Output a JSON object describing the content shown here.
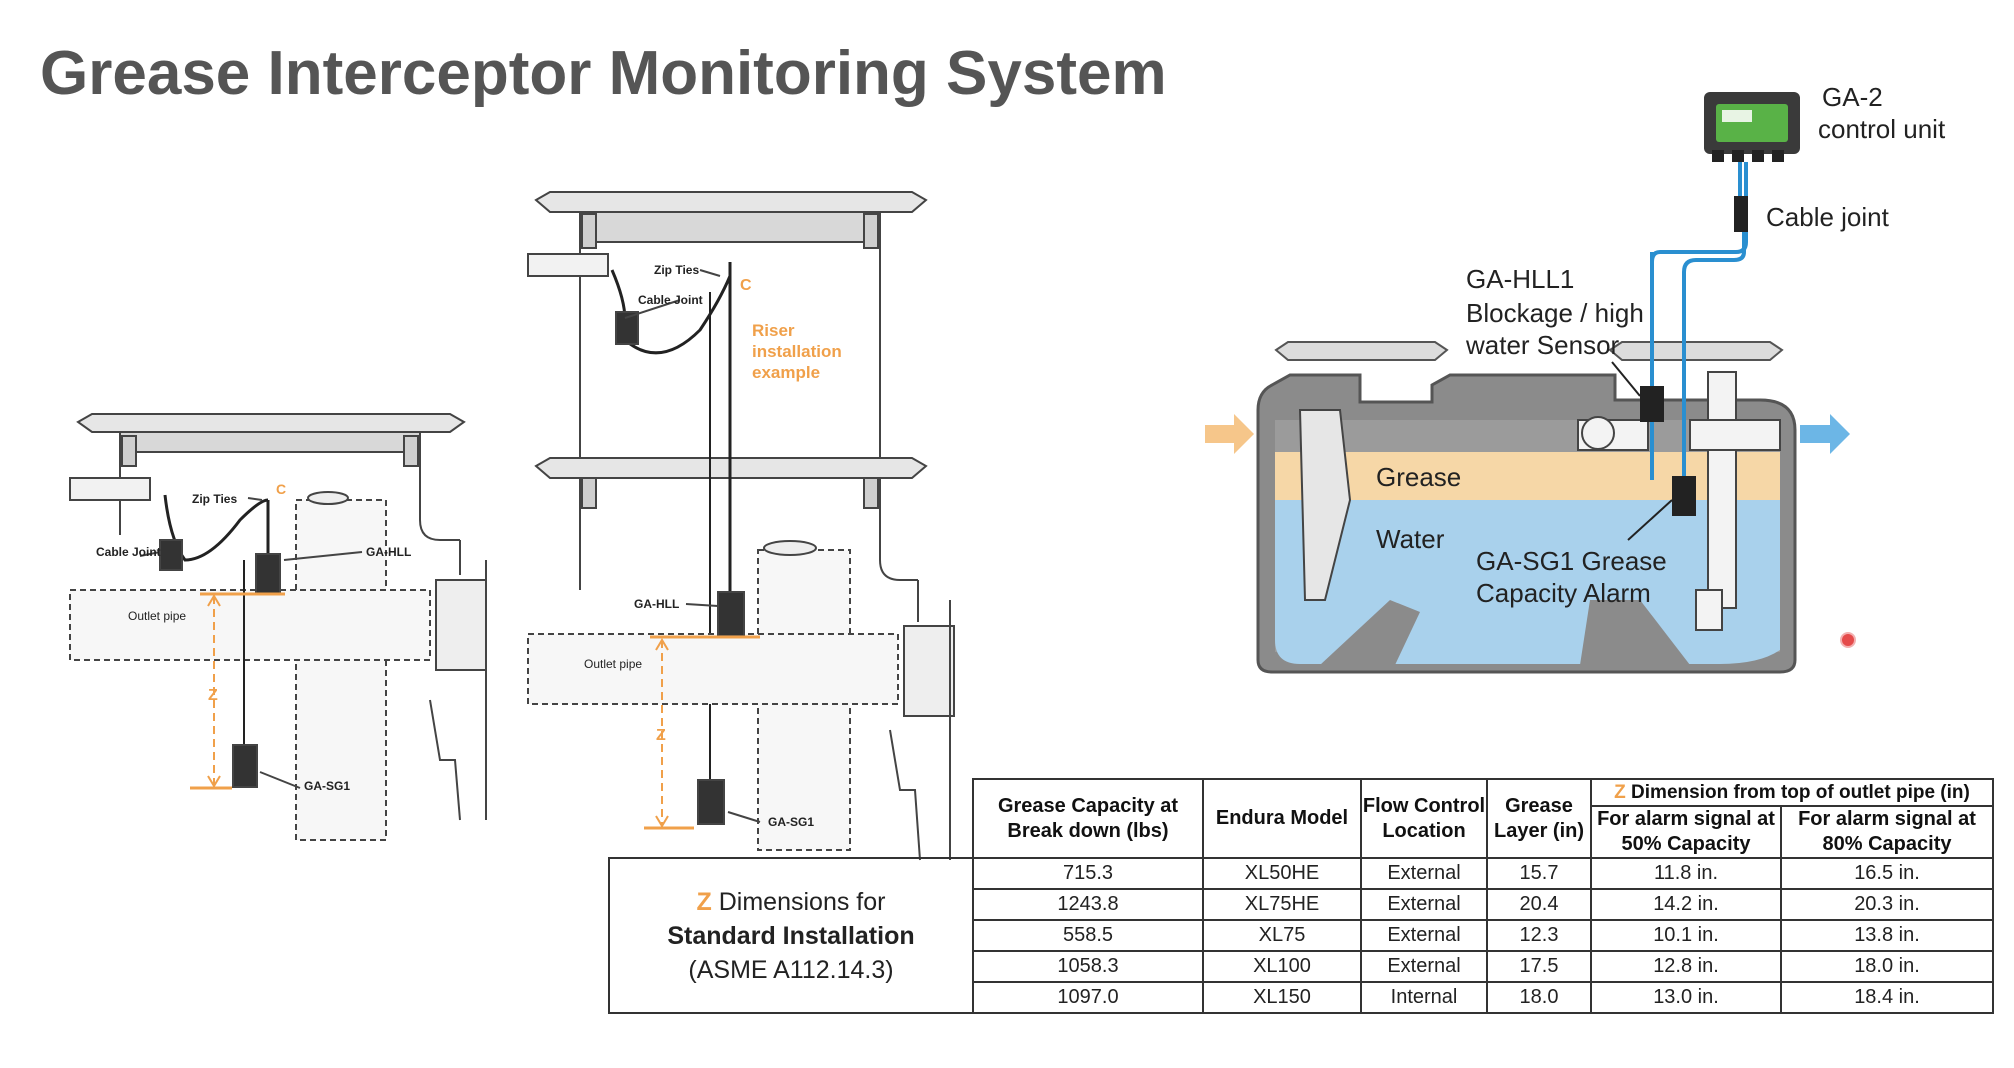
{
  "title": "Grease Interceptor Monitoring System",
  "left_diagram": {
    "zip_ties": "Zip Ties",
    "c_mark": "C",
    "cable_joint": "Cable Joint",
    "ga_hll": "GA-HLL",
    "outlet_pipe": "Outlet pipe",
    "z": "Z",
    "ga_sg1": "GA-SG1"
  },
  "middle_diagram": {
    "zip_ties": "Zip Ties",
    "c_mark": "C",
    "cable_joint": "Cable Joint",
    "riser_example": [
      "Riser",
      "installation",
      "example"
    ],
    "ga_hll": "GA-HLL",
    "outlet_pipe": "Outlet pipe",
    "z": "Z",
    "ga_sg1": "GA-SG1"
  },
  "right_diagram": {
    "control_unit": [
      "GA-2",
      "control unit"
    ],
    "cable_joint": "Cable joint",
    "hll_sensor": [
      "GA-HLL1",
      "Blockage / high",
      "water Sensor"
    ],
    "grease": "Grease",
    "water": "Water",
    "sg1_alarm": [
      "GA-SG1 Grease",
      "Capacity Alarm"
    ],
    "colors": {
      "grease": "#f6d7a7",
      "water": "#a9d1ec",
      "cable": "#2a8fd0",
      "inflow": "#f6c68a",
      "outflow": "#6cb6e6"
    }
  },
  "table": {
    "label_prefix": "Z",
    "label_suffix": " Dimensions for",
    "label_line2": "Standard Installation",
    "label_line3": "(ASME A112.14.3)",
    "headers": {
      "capacity": "Grease Capacity at Break down (lbs)",
      "model": "Endura Model",
      "flow": "Flow Control Location",
      "layer": "Grease Layer (in)",
      "zdim_prefix": "Z",
      "zdim_suffix": " Dimension from top of outlet pipe (in)",
      "alarm50": "For alarm signal at 50% Capacity",
      "alarm80": "For alarm signal at 80% Capacity"
    },
    "rows": [
      {
        "capacity": "715.3",
        "model": "XL50HE",
        "flow": "External",
        "layer": "15.7",
        "z50": "11.8 in.",
        "z80": "16.5 in."
      },
      {
        "capacity": "1243.8",
        "model": "XL75HE",
        "flow": "External",
        "layer": "20.4",
        "z50": "14.2 in.",
        "z80": "20.3 in."
      },
      {
        "capacity": "558.5",
        "model": "XL75",
        "flow": "External",
        "layer": "12.3",
        "z50": "10.1 in.",
        "z80": "13.8 in."
      },
      {
        "capacity": "1058.3",
        "model": "XL100",
        "flow": "External",
        "layer": "17.5",
        "z50": "12.8 in.",
        "z80": "18.0 in."
      },
      {
        "capacity": "1097.0",
        "model": "XL150",
        "flow": "Internal",
        "layer": "18.0",
        "z50": "13.0 in.",
        "z80": "18.4 in."
      }
    ]
  }
}
